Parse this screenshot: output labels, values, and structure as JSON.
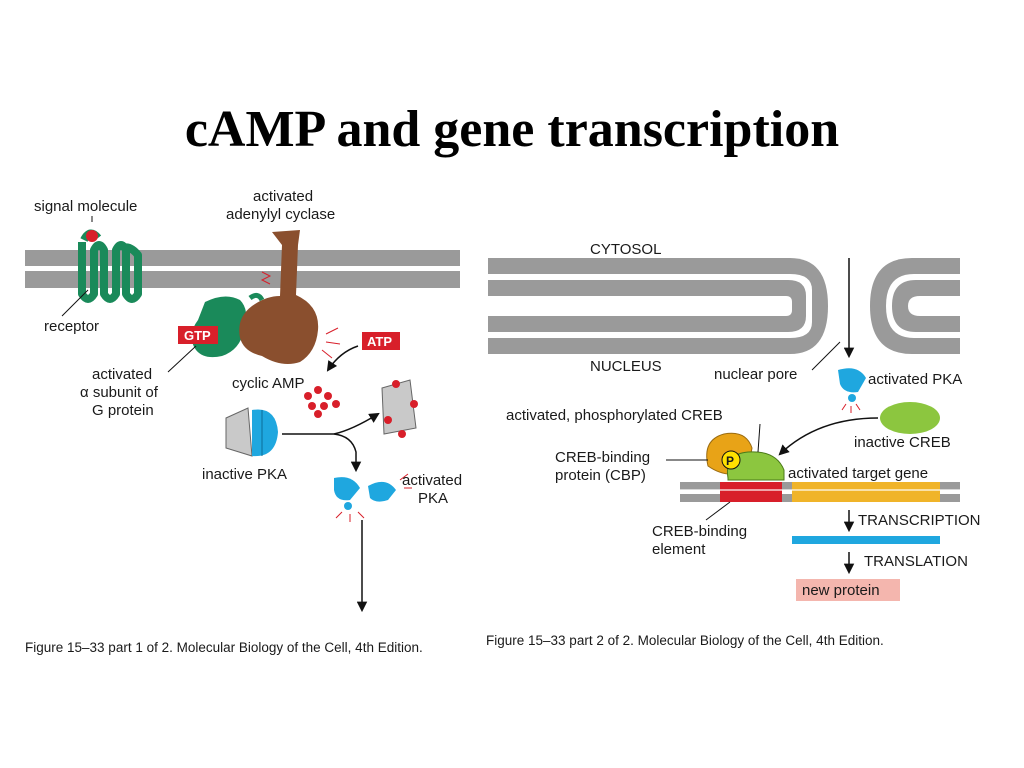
{
  "slide": {
    "title": "cAMP and gene transcription"
  },
  "left_panel": {
    "signal_molecule": "signal molecule",
    "activated_adenylyl_cyclase": [
      "activated",
      "adenylyl cyclase"
    ],
    "receptor": "receptor",
    "gtp": "GTP",
    "atp": "ATP",
    "activated_alpha_subunit": [
      "activated",
      "α subunit of",
      "G protein"
    ],
    "cyclic_amp": "cyclic AMP",
    "inactive_pka": "inactive PKA",
    "activated_pka": [
      "activated",
      "PKA"
    ],
    "caption": "Figure 15–33 part 1 of 2. Molecular Biology of the Cell, 4th Edition."
  },
  "right_panel": {
    "cytosol": "CYTOSOL",
    "nucleus": "NUCLEUS",
    "nuclear_pore": "nuclear pore",
    "activated_pka": "activated PKA",
    "activated_phosphorylated_creb": "activated, phosphorylated CREB",
    "inactive_creb": "inactive CREB",
    "cbp": [
      "CREB-binding",
      "protein (CBP)"
    ],
    "phosphate": "P",
    "activated_target_gene": "activated target gene",
    "creb_binding_element": [
      "CREB-binding",
      "element"
    ],
    "transcription": "TRANSCRIPTION",
    "translation": "TRANSLATION",
    "new_protein": "new protein",
    "caption": "Figure 15–33 part 2 of 2. Molecular Biology of the Cell, 4th Edition."
  },
  "colors": {
    "membrane": "#9a9a9a",
    "receptor": "#1a8a5a",
    "cyclase": "#8a4f2e",
    "red": "#d81f2a",
    "pka_blue": "#1fa7df",
    "creb_green": "#8cc63f",
    "cbp_orange": "#e8a317",
    "gene_yellow": "#f0b429",
    "new_protein_bg": "#f4b6ae"
  }
}
